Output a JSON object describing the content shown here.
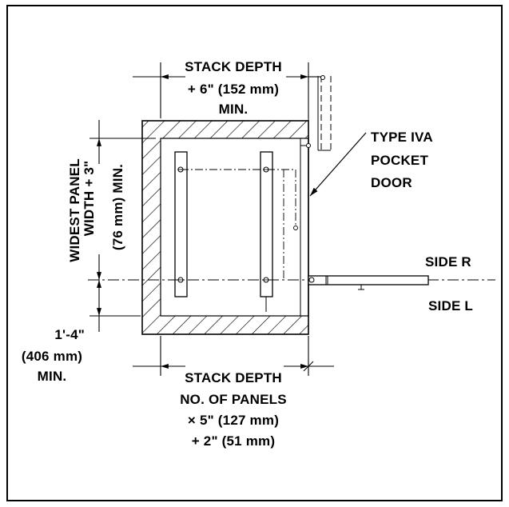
{
  "labels": {
    "top_dim_line1": "STACK DEPTH",
    "top_dim_line2": "+ 6\" (152 mm)",
    "top_dim_line3": "MIN.",
    "left_dim_line1": "WIDEST PANEL",
    "left_dim_line2": "WIDTH + 3\"",
    "left_dim_line3": "(76 mm) MIN.",
    "door_type_line1": "TYPE IVA",
    "door_type_line2": "POCKET",
    "door_type_line3": "DOOR",
    "side_r": "SIDE R",
    "side_l": "SIDE L",
    "offset_line1": "1'-4\"",
    "offset_line2": "(406 mm)",
    "offset_line3": "MIN.",
    "bottom_dim_line1": "STACK DEPTH",
    "bottom_dim_line2": "NO. OF PANELS",
    "bottom_dim_line3": "× 5\" (127 mm)",
    "bottom_dim_line4": "+ 2\" (51 mm)"
  },
  "colors": {
    "line": "#000000",
    "background": "#ffffff"
  }
}
